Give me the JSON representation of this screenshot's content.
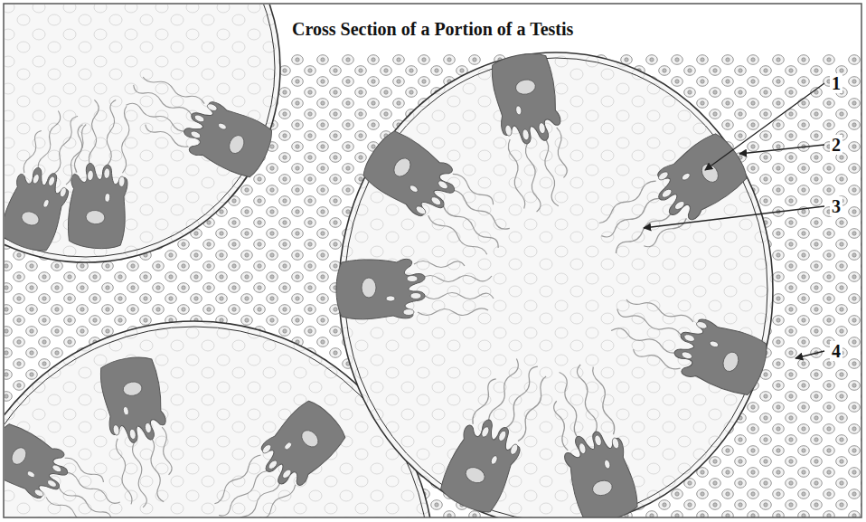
{
  "diagram": {
    "title": "Cross Section of a Portion of a Testis",
    "labels": [
      "1",
      "2",
      "3",
      "4"
    ]
  }
}
